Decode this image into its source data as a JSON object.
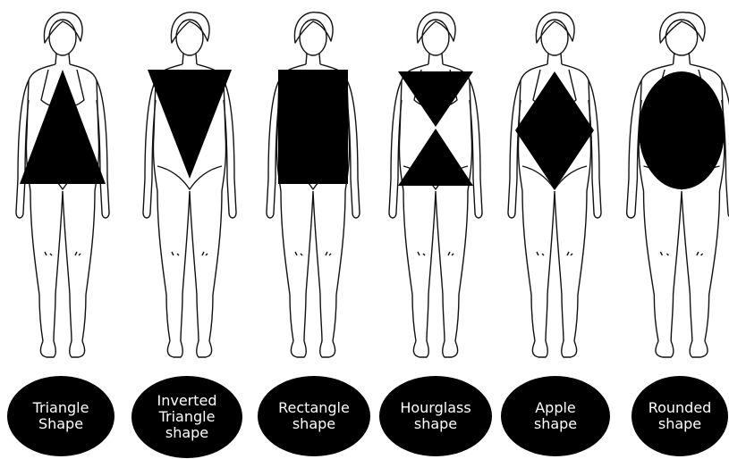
{
  "colors": {
    "background": "#ffffff",
    "ink": "#000000",
    "label_text": "#ffffff"
  },
  "figures": [
    {
      "shape": "triangle",
      "label": "Triangle\nShape"
    },
    {
      "shape": "inverted-triangle",
      "label": "Inverted\nTriangle\nshape"
    },
    {
      "shape": "rectangle",
      "label": "Rectangle\nshape"
    },
    {
      "shape": "hourglass",
      "label": "Hourglass\nshape"
    },
    {
      "shape": "apple",
      "label": "Apple\nshape"
    },
    {
      "shape": "rounded",
      "label": "Rounded\nshape"
    }
  ]
}
